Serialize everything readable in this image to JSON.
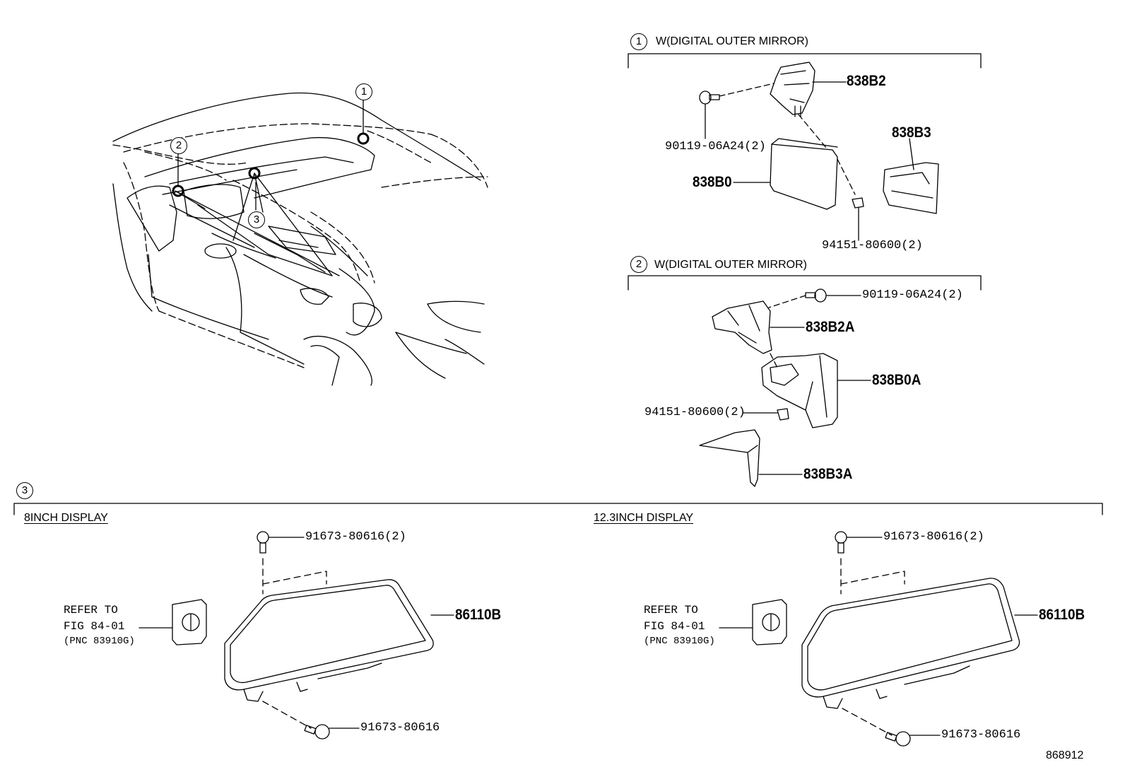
{
  "callouts": {
    "c1": "1",
    "c2": "2",
    "c3": "3"
  },
  "section1": {
    "number": "1",
    "title": "W(DIGITAL OUTER MIRROR)",
    "parts": {
      "bracket": "838B2",
      "bolt": "90119-06A24(2)",
      "cover": "838B3",
      "mirror": "838B0",
      "clip": "94151-80600(2)"
    }
  },
  "section2": {
    "number": "2",
    "title": "W(DIGITAL OUTER MIRROR)",
    "parts": {
      "bolt": "90119-06A24(2)",
      "bracket": "838B2A",
      "mirror": "838B0A",
      "clip": "94151-80600(2)",
      "cover": "838B3A"
    }
  },
  "section3": {
    "number": "3",
    "left": {
      "title": "8INCH DISPLAY",
      "screw_top": "91673-80616(2)",
      "display": "86110B",
      "screw_bottom": "91673-80616",
      "refer_line1": "REFER TO",
      "refer_line2": "FIG 84-01",
      "refer_line3": "(PNC 83910G)"
    },
    "right": {
      "title": "12.3INCH DISPLAY",
      "screw_top": "91673-80616(2)",
      "display": "86110B",
      "screw_bottom": "91673-80616",
      "refer_line1": "REFER TO",
      "refer_line2": "FIG 84-01",
      "refer_line3": "(PNC 83910G)"
    }
  },
  "figure_id": "868912"
}
